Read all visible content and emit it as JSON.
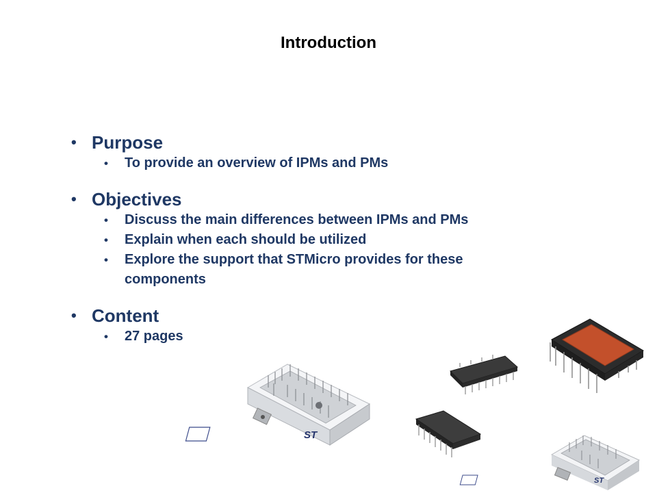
{
  "title": "Introduction",
  "sections": [
    {
      "heading": "Purpose",
      "items": [
        "To provide an overview of IPMs and PMs"
      ]
    },
    {
      "heading": "Objectives",
      "items": [
        "Discuss the main differences between IPMs and PMs",
        "Explain when each should be utilized",
        "Explore the support that STMicro provides for these components"
      ]
    },
    {
      "heading": "Content",
      "items": [
        "27 pages"
      ]
    }
  ],
  "bullet": "•",
  "photos": {
    "logo_text": "ST"
  },
  "colors": {
    "text": "#1f3864",
    "title": "#000000",
    "white_module": "#e9ebee",
    "dark_module": "#2b2b2b",
    "copper": "#c3502b"
  }
}
